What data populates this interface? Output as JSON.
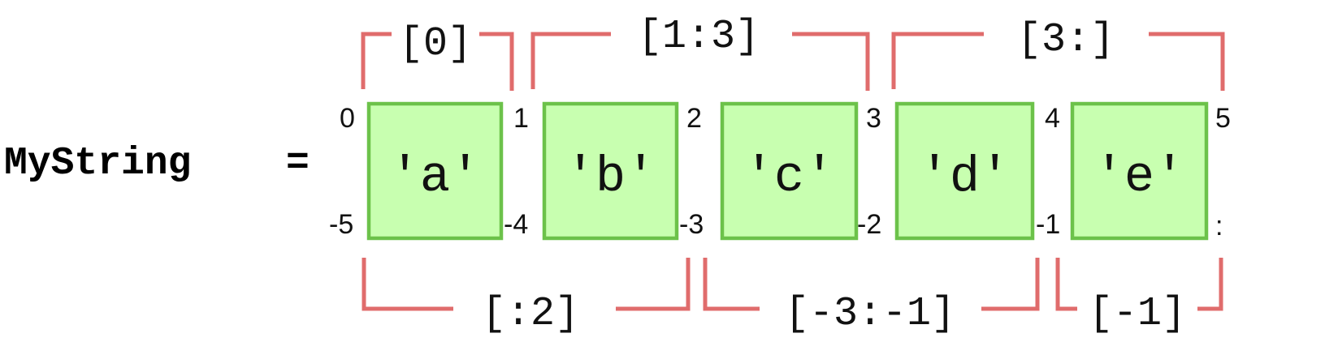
{
  "variable": {
    "name": "MyString",
    "equals": "="
  },
  "cells": [
    "'a'",
    "'b'",
    "'c'",
    "'d'",
    "'e'"
  ],
  "positive_indices": [
    "0",
    "1",
    "2",
    "3",
    "4",
    "5"
  ],
  "negative_indices": [
    "-5",
    "-4",
    "-3",
    "-2",
    "-1",
    ":"
  ],
  "top_slices": [
    "[0]",
    "[1:3]",
    "[3:]"
  ],
  "bottom_slices": [
    "[:2]",
    "[-3:-1]",
    "[-1]"
  ],
  "colors": {
    "cell_fill": "#c8ffb0",
    "cell_border": "#6cc24a",
    "bracket": "#e06c6c",
    "text": "#111111"
  }
}
